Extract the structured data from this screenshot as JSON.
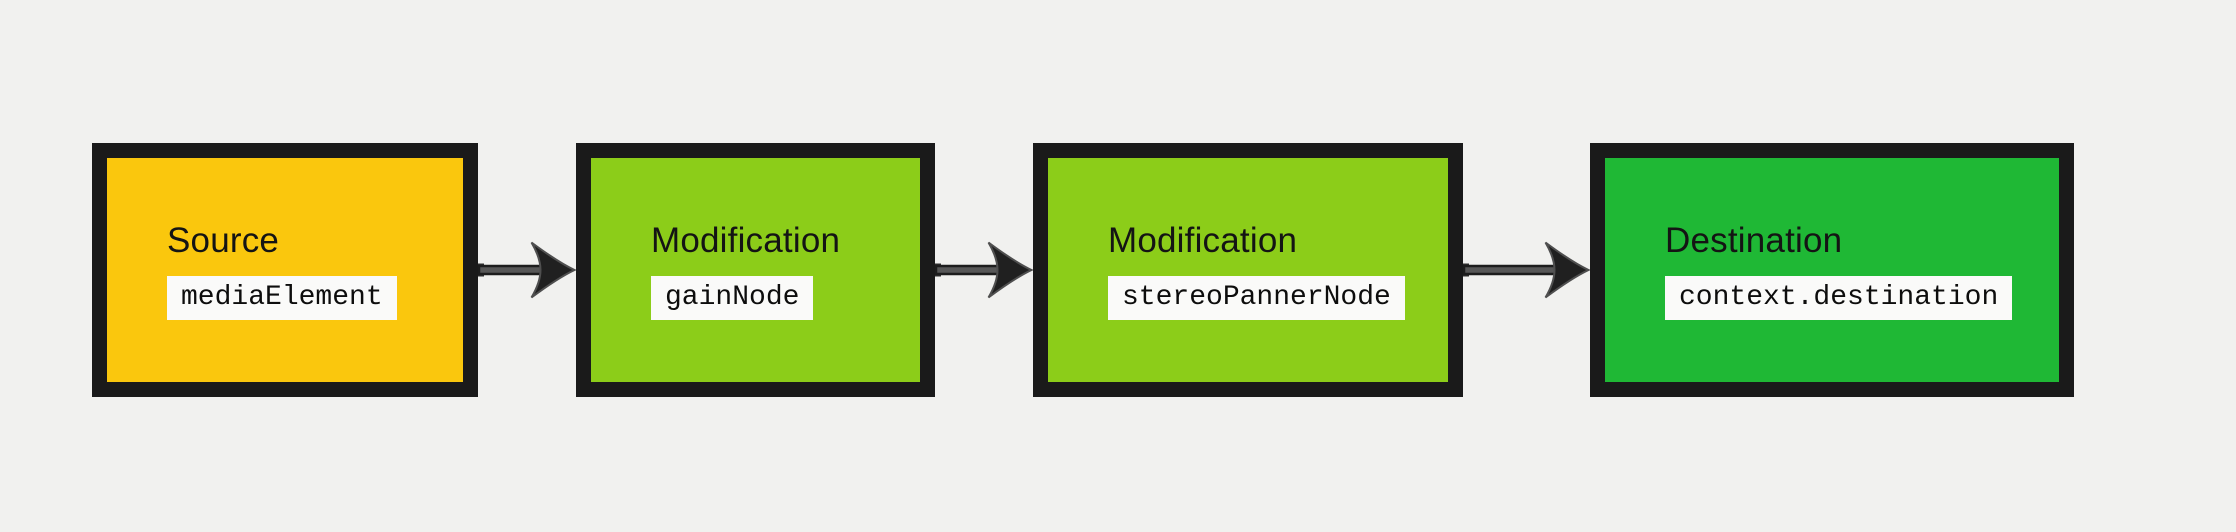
{
  "colors": {
    "background": "#f1f1ef",
    "node_border": "#1a1a1a",
    "chip_background": "#fafaf9",
    "title_text": "#141414",
    "code_text": "#0d0d0d",
    "arrow_dark": "#202020",
    "arrow_gray": "#575757",
    "source_fill": "#fac70d",
    "modification_fill": "#8ccd19",
    "destination_fill": "#1fb835"
  },
  "diagram": {
    "nodes": [
      {
        "role": "Source",
        "code": "mediaElement",
        "fill": "#fac70d"
      },
      {
        "role": "Modification",
        "code": "gainNode",
        "fill": "#8ccd19"
      },
      {
        "role": "Modification",
        "code": "stereoPannerNode",
        "fill": "#8ccd19"
      },
      {
        "role": "Destination",
        "code": "context.destination",
        "fill": "#1fb835"
      }
    ]
  }
}
